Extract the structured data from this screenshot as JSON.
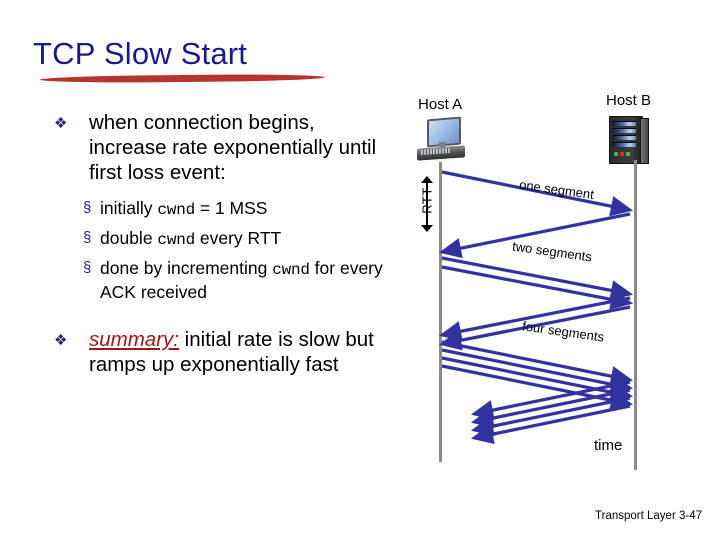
{
  "slide": {
    "title": "TCP Slow Start",
    "title_color": "#1a1a8c",
    "underline_color": "#b5342b",
    "footer": "Transport Layer 3-47"
  },
  "bullets": {
    "marker_level1": "❖",
    "marker_level2": "§",
    "marker_color": "#24247a",
    "main": {
      "text": "when connection begins, increase rate exponentially until first loss event:"
    },
    "sub_items": [
      {
        "pre": "initially ",
        "code": "cwnd",
        "post": " = 1 MSS"
      },
      {
        "pre": "double ",
        "code": "cwnd",
        "post": " every RTT"
      },
      {
        "pre": "done by incrementing ",
        "code": "cwnd",
        "post": " for every ACK received"
      }
    ],
    "summary": {
      "lead": "summary:",
      "lead_color": "#9c1616",
      "rest": " initial rate is slow but ramps up exponentially fast"
    }
  },
  "diagram": {
    "host_a_label": "Host A",
    "host_b_label": "Host B",
    "host_a_icon": "desktop-computer-icon",
    "host_b_icon": "server-tower-icon",
    "rtt_label": "RTT",
    "time_label": "time",
    "arrow_color": "#3333a0",
    "timeline_color": "#8a8a8a",
    "captions": [
      {
        "id": "one",
        "text": "one segment"
      },
      {
        "id": "two",
        "text": "two segments"
      },
      {
        "id": "four",
        "text": "four segments"
      }
    ],
    "rounds": [
      {
        "name": "round-1",
        "segments_sent": 1,
        "acks_returned": 1
      },
      {
        "name": "round-2",
        "segments_sent": 2,
        "acks_returned": 2
      },
      {
        "name": "round-3",
        "segments_sent": 4,
        "acks_returned": 4
      }
    ]
  }
}
